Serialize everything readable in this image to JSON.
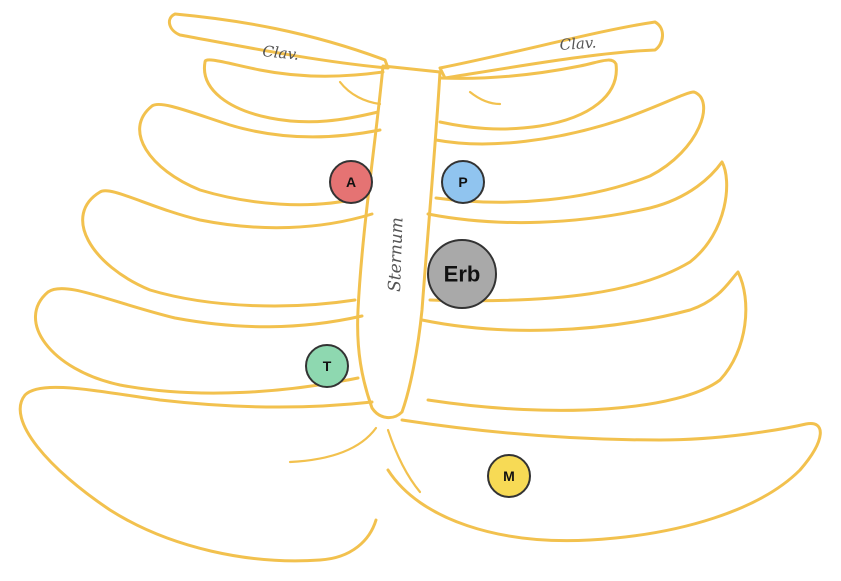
{
  "labels": {
    "clavicle_left": "Clav.",
    "clavicle_right": "Clav.",
    "sternum": "Sternum"
  },
  "markers": [
    {
      "id": "A",
      "label": "A",
      "color": "#e57373"
    },
    {
      "id": "P",
      "label": "P",
      "color": "#90c4ef"
    },
    {
      "id": "Erb",
      "label": "Erb",
      "color": "#a9a9a9"
    },
    {
      "id": "T",
      "label": "T",
      "color": "#8ed8b0"
    },
    {
      "id": "M",
      "label": "M",
      "color": "#f7da55"
    }
  ],
  "colors": {
    "bone": "#f2c14e",
    "outline": "#333333"
  }
}
